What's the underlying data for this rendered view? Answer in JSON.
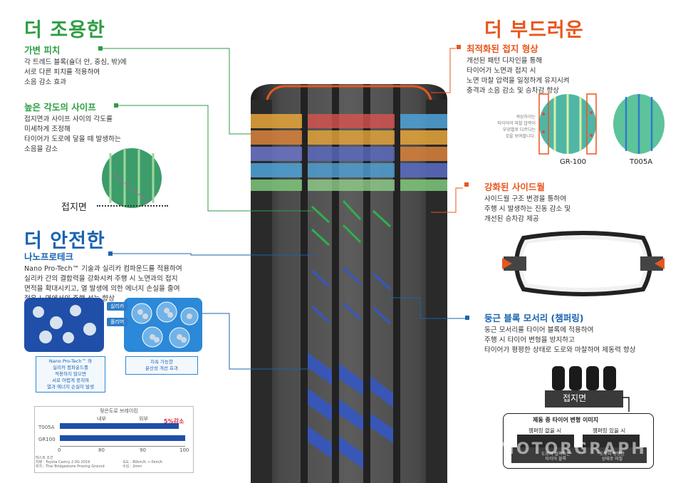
{
  "left": {
    "quiet": {
      "header": "더 조용한",
      "pitch": {
        "title": "가변 피치",
        "lines": [
          "각 트레드 블록(숄더 안, 중심, 밖)에",
          "서로 다른 피치를 적용하여",
          "소음 감소 효과"
        ]
      },
      "sipe": {
        "title": "높은 각도의 사이프",
        "lines": [
          "접지면과 사이프 사이의 각도를",
          "미세하게 조정해",
          "타이어가 도로에 닿을 때 발생하는",
          "소음을 감소"
        ],
        "contact_label": "접지면"
      }
    },
    "safe": {
      "header": "더 안전한",
      "nano": {
        "title": "나노프로테크",
        "lines": [
          "Nano Pro-Tech™ 기술과 실리카 컴파운드를 적용하여",
          "실리카 간의 결합력을 강화시켜 주행 시 노면과의 접지",
          "면적을 확대시키고, 열 발생에 의한 에너지 손실을 줄여",
          "젖은 노면에서의 주행 성능 향상"
        ],
        "tag_silica": "실리카",
        "tag_polymer": "폴리머",
        "note_left": [
          "Nano Pro-Tech™ 와",
          "실리카 컴파운드를",
          "적용하지 않으면",
          "서로 어렵게 뭉치며",
          "열과 에너지 손실이 발생"
        ],
        "note_right": [
          "지속 가능한",
          "분산성 개선 효과"
        ]
      }
    },
    "brake_chart": {
      "title": "젖은도로 브레이킹",
      "label_inner": "내부",
      "label_outer": "외부",
      "badge": "5%감소",
      "rows": [
        "T005A",
        "GR100"
      ],
      "ticks": [
        "0",
        "80",
        "90",
        "100"
      ],
      "footnote_left": [
        "테스트 조건",
        "차량 : Toyota Camry 2.0G 2019",
        "위치 : Thai Bridgestone Proving Ground"
      ],
      "footnote_right": [
        "속도 : 80km/h → 0km/h",
        "수심 : 2mm"
      ]
    }
  },
  "chart_data": {
    "type": "bar",
    "title": "젖은도로 브레이킹",
    "categories": [
      "T005A",
      "GR100"
    ],
    "values": [
      95,
      100
    ],
    "xlim": [
      0,
      100
    ],
    "xticks": [
      0,
      80,
      90,
      100
    ],
    "annotation": "5%감소"
  },
  "right": {
    "smooth": {
      "header": "더 부드러운",
      "contact": {
        "title": "최적화된 접지 형상",
        "lines": [
          "개선된 패턴 디자인을 통해",
          "타이어가 노면과 접지 시",
          "노면 마찰 압력을 일정하게 유지시켜",
          "충격과 소음 감소 및 승차감 향상"
        ],
        "color_note": [
          "색상차이는",
          "타이어의 마찰 압력이",
          "부위별로 다르다는",
          "것을 보여줍니다."
        ],
        "label_gr": "GR-100",
        "label_t": "T005A"
      },
      "sidewall": {
        "title": "강화된 사이드월",
        "lines": [
          "사이드월 구조 변경을 통하여",
          "주행 시 발생하는 진동 감소 및",
          "개선된 승차감 제공"
        ]
      },
      "chamfer": {
        "title": "둥근 블록 모서리 (챔퍼링)",
        "lines": [
          "둥근 모서리를 타이어 블록에 적용하여",
          "주행 시 타이어 변형을 방지하고",
          "타이어가 평평한 상태로 도로와 마찰하여 제동력 향상"
        ],
        "contact_label": "접지면",
        "box_title": "제동 중 타이어 변형 이미지",
        "without": "챔퍼링 없을 시",
        "with": "챔퍼링 있을 시",
        "cap_without": [
          "도로와 접촉하는",
          "타이어 블록"
        ],
        "cap_with": [
          "도로와 평행한",
          "상태로 마찰"
        ]
      }
    }
  },
  "watermark": "MOTORGRAPH",
  "colors": {
    "green": "#2e9e44",
    "orange": "#e8561e",
    "blue": "#1a63b0",
    "tire": "#3a3a3a"
  }
}
